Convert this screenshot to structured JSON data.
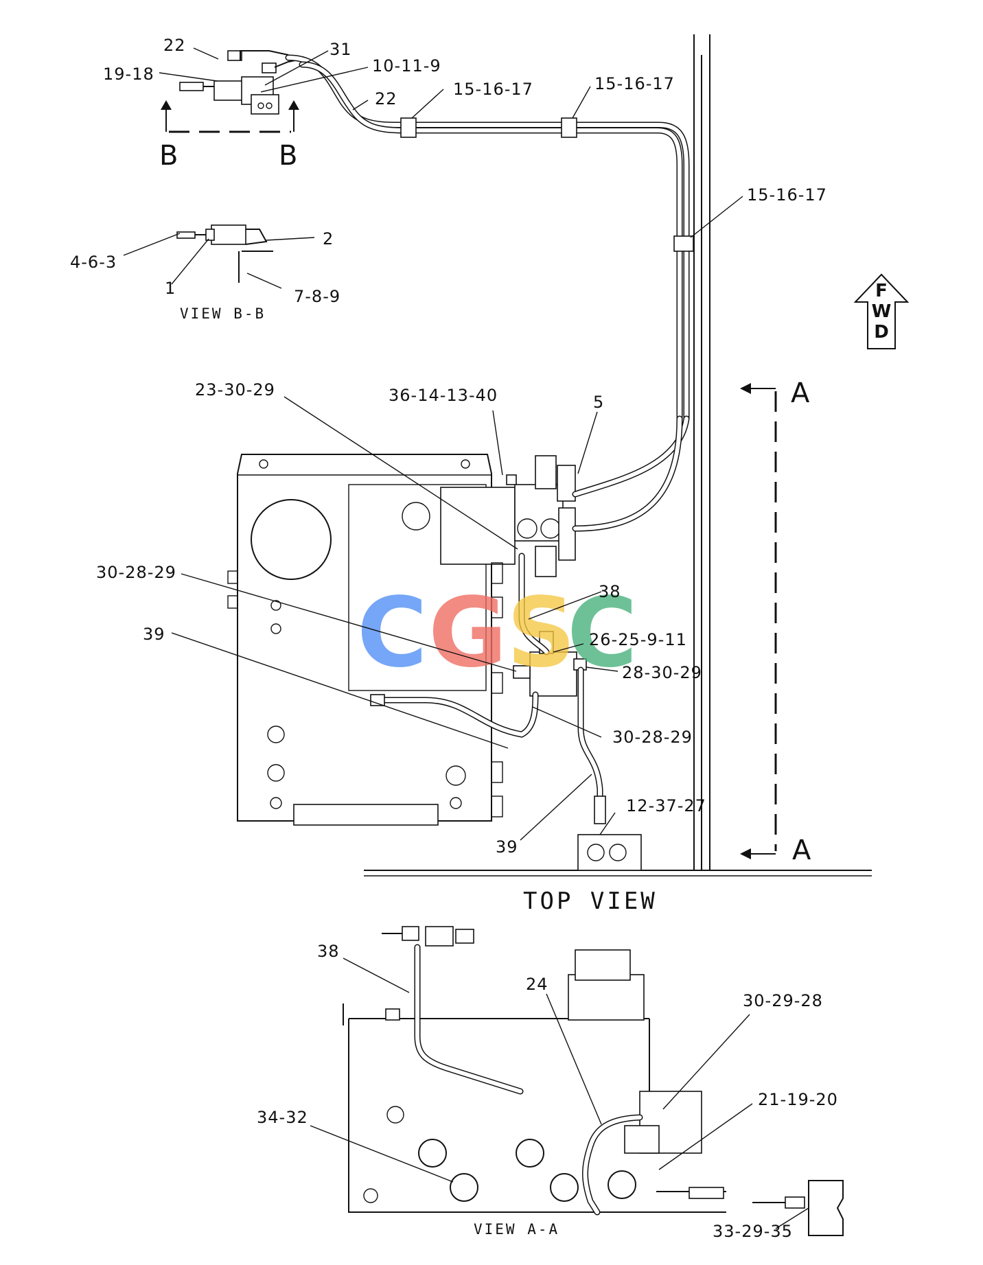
{
  "labels": {
    "bb_22": "22",
    "bb_31": "31",
    "bb_19_18": "19-18",
    "bb_10_11_9": "10-11-9",
    "hose_22": "22",
    "clip_1": "15-16-17",
    "clip_2": "15-16-17",
    "clip_3": "15-16-17",
    "vb_4_6_3": "4-6-3",
    "vb_2": "2",
    "vb_1": "1",
    "vb_7_8_9": "7-8-9",
    "tv_23_30_29": "23-30-29",
    "tv_36_14_13_40": "36-14-13-40",
    "tv_5": "5",
    "tv_30_28_29_a": "30-28-29",
    "tv_38": "38",
    "tv_39_a": "39",
    "tv_26_25_9_11": "26-25-9-11",
    "tv_28_30_29": "28-30-29",
    "tv_30_28_29_b": "30-28-29",
    "tv_12_37_27": "12-37-27",
    "tv_39_b": "39",
    "aa_38": "38",
    "aa_24": "24",
    "aa_30_29_28": "30-29-28",
    "aa_21_19_20": "21-19-20",
    "aa_34_32": "34-32",
    "aa_33_29_35": "33-29-35"
  },
  "section": {
    "b_left": "B",
    "b_right": "B",
    "a_top": "A",
    "a_bottom": "A"
  },
  "views": {
    "view_bb": "VIEW B-B",
    "top_view": "TOP VIEW",
    "view_aa": "VIEW A-A"
  },
  "fwd": [
    "F",
    "W",
    "D"
  ],
  "watermark": {
    "text": "CGSC",
    "letters": [
      "C",
      "G",
      "S",
      "C"
    ],
    "colors": [
      "#4f8ef5",
      "#ef6b60",
      "#f6c744",
      "#46b07a"
    ]
  }
}
